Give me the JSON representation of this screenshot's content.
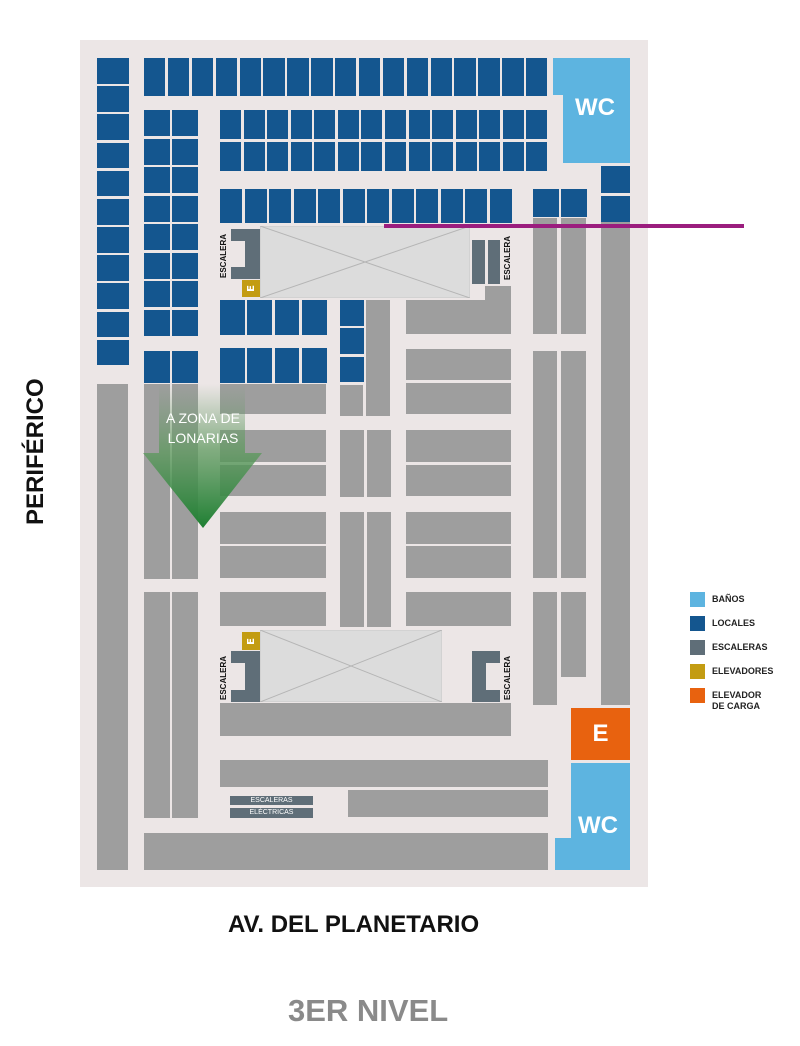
{
  "level": "3ER NIVEL",
  "streets": {
    "west": "PERIFÉRICO",
    "south": "AV. DEL PLANETARIO"
  },
  "labels": {
    "wc": "WC",
    "escalera": "ESCALERA",
    "elevator": "E",
    "cargo_elevator": "E",
    "escalators_line1": "ESCALERAS",
    "escalators_line2": "ELÉCTRICAS",
    "arrow": "A ZONA DE LONARIAS"
  },
  "legend": [
    {
      "label": "BAÑOS",
      "color": "#5db4e0"
    },
    {
      "label": "LOCALES",
      "color": "#14568f"
    },
    {
      "label": "ESCALERAS",
      "color": "#5f6e78"
    },
    {
      "label": "ELEVADORES",
      "color": "#c39c12"
    },
    {
      "label": "ELEVADOR DE CARGA",
      "color": "#e8620f"
    }
  ],
  "colors": {
    "route_line": "#9b1d7e",
    "arrow": "#2e8b3e"
  }
}
